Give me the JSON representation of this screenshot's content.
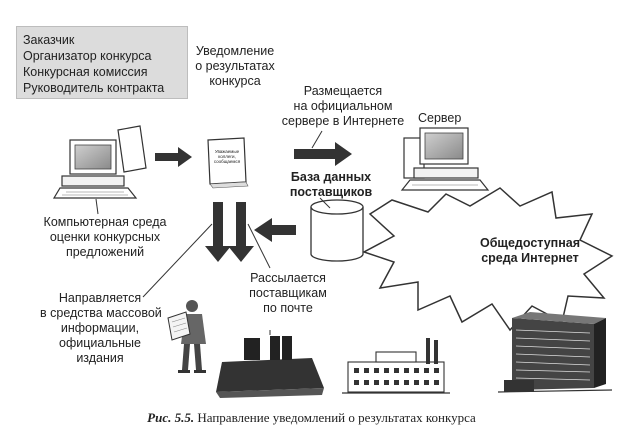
{
  "roles": [
    "Заказчик",
    "Организатор конкурса",
    "Конкурсная комиссия",
    "Руководитель контракта"
  ],
  "notice_label": [
    "Уведомление",
    "о результатах",
    "конкурса"
  ],
  "document_text": [
    "Уважаемые",
    "коллеги,",
    "сообщаемся"
  ],
  "posted_label": [
    "Размещается",
    "на официальном",
    "сервере в Интернете"
  ],
  "server_label": "Сервер",
  "database_label": [
    "База данных",
    "поставщиков"
  ],
  "internet_label": [
    "Общедоступная",
    "среда Интернет"
  ],
  "evaluation_label": [
    "Компьютерная среда",
    "оценки конкурсных",
    "предложений"
  ],
  "media_label": [
    "Направляется",
    "в средства массовой",
    "информации,",
    "официальные",
    "издания"
  ],
  "mail_label": [
    "Рассылается",
    "поставщикам",
    "по почте"
  ],
  "caption": {
    "number": "Рис. 5.5.",
    "text": "Направление уведомлений о результатах конкурса"
  },
  "colors": {
    "arrow": "#333333",
    "box_fill": "#dcdcdc",
    "ink": "#222222"
  }
}
